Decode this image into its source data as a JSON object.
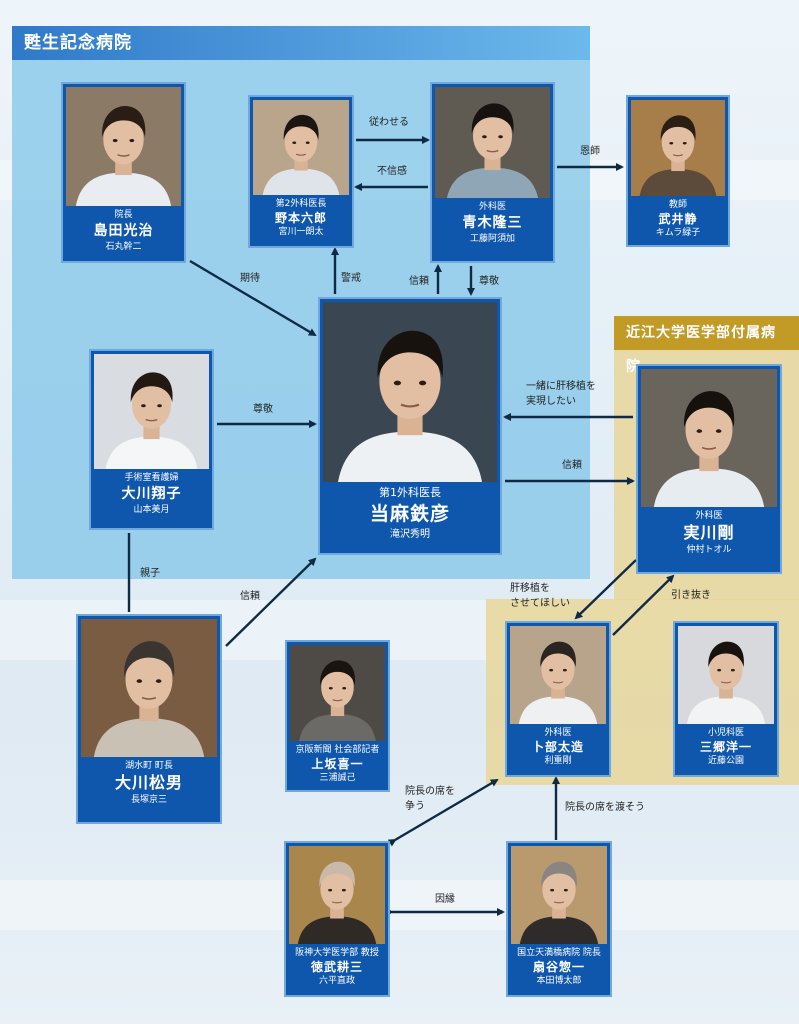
{
  "regions": {
    "hospital_a": "甦生記念病院",
    "hospital_b": "近江大学医学部付属病院"
  },
  "characters": {
    "shimada": {
      "role": "院長",
      "name": "島田光治",
      "actor": "石丸幹二"
    },
    "nomoto": {
      "role": "第2外科医長",
      "name": "野本六郎",
      "actor": "宮川一朗太"
    },
    "aoki": {
      "role": "外科医",
      "name": "青木隆三",
      "actor": "工藤阿須加"
    },
    "takei": {
      "role": "教師",
      "name": "武井静",
      "actor": "キムラ緑子"
    },
    "okawa_shoko": {
      "role": "手術室看護婦",
      "name": "大川翔子",
      "actor": "山本美月"
    },
    "touma": {
      "role": "第1外科医長",
      "name": "当麻鉄彦",
      "actor": "滝沢秀明"
    },
    "sanekawa": {
      "role": "外科医",
      "name": "実川剛",
      "actor": "仲村トオル"
    },
    "okawa_matsuo": {
      "role": "湖水町 町長",
      "name": "大川松男",
      "actor": "長塚京三"
    },
    "uesaka": {
      "role": "京阪新聞 社会部記者",
      "name": "上坂喜一",
      "actor": "三浦誠己"
    },
    "urabe": {
      "role": "外科医",
      "name": "卜部太造",
      "actor": "利重剛"
    },
    "sango": {
      "role": "小児科医",
      "name": "三郷洋一",
      "actor": "近藤公園"
    },
    "tokutake": {
      "role": "阪神大学医学部 教授",
      "name": "徳武耕三",
      "actor": "六平直政"
    },
    "ougiya": {
      "role": "国立天満橋病院 院長",
      "name": "扇谷惣一",
      "actor": "本田博太郎"
    }
  },
  "relations": {
    "shitagawaseru": "従わせる",
    "fushinkan": "不信感",
    "onshi": "恩師",
    "kitai": "期待",
    "keikai": "警戒",
    "shinrai_aoki": "信頼",
    "sonkei_aoki": "尊敬",
    "sonkei_shoko": "尊敬",
    "issho_line1": "一緒に肝移植を",
    "issho_line2": "実現したい",
    "shinrai_sanekawa": "信頼",
    "oyako": "親子",
    "shinrai_matsuo": "信頼",
    "kaniishoku_line1": "肝移植を",
    "kaniishoku_line2": "させてほしい",
    "hikinuki": "引き抜き",
    "inchou_seki_line1": "院長の席を",
    "inchou_seki_line2": "争う",
    "inchou_watasou": "院長の席を渡そう",
    "innen": "因縁"
  },
  "colors": {
    "hospital_a_fill": "#7dc4e8",
    "hospital_a_label": "#2f79c9",
    "hospital_b_fill": "#e8d696",
    "hospital_b_label": "#c29a26",
    "card": "#0f57ad",
    "arrow": "#0e2a45"
  }
}
